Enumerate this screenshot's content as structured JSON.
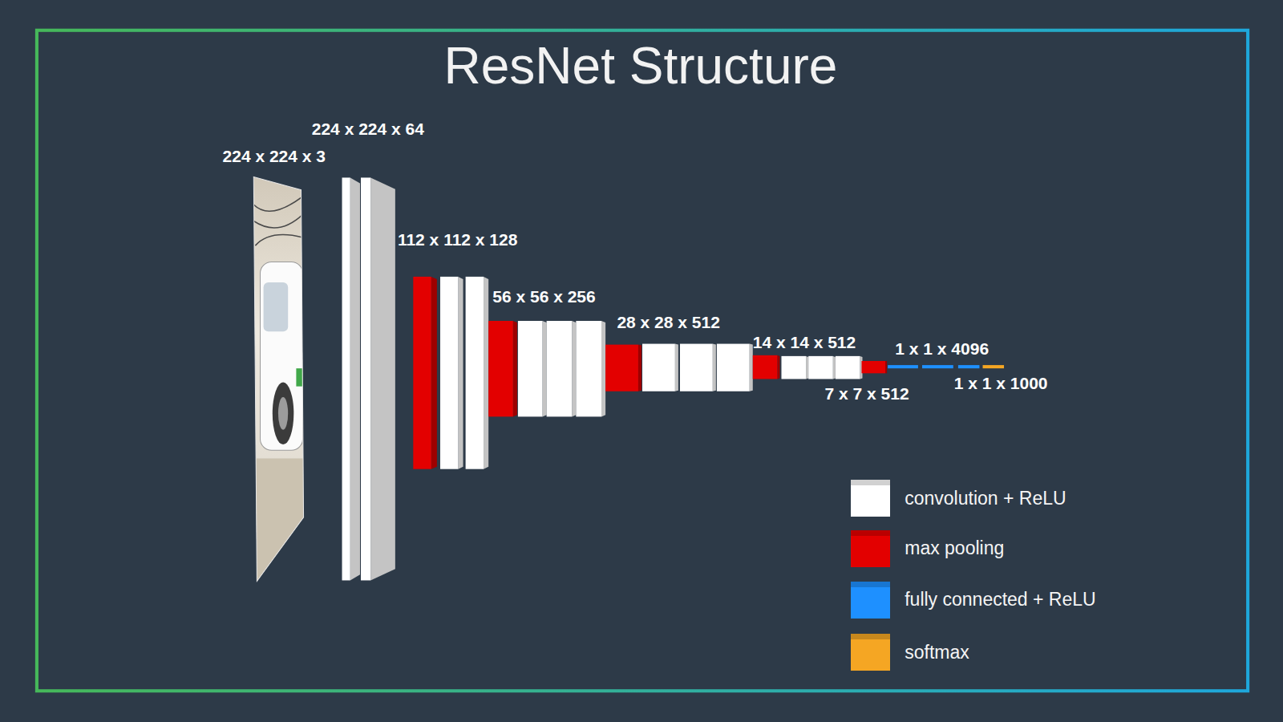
{
  "diagram": {
    "title": "ResNet Structure",
    "labels": [
      "224 x 224 x 3",
      "224 x 224 x 64",
      "112 x 112 x 128",
      "56 x 56 x 256",
      "28 x 28 x 512",
      "14 x 14 x 512",
      "7 x 7 x 512",
      "1 x 1 x 4096",
      "1 x 1 x 1000"
    ],
    "legend": [
      {
        "text": "convolution + ReLU",
        "color": "#ffffff"
      },
      {
        "text": "max pooling",
        "color": "#e30000"
      },
      {
        "text": "fully connected + ReLU",
        "color": "#1e90ff"
      },
      {
        "text": "softmax",
        "color": "#f5a623"
      }
    ]
  }
}
